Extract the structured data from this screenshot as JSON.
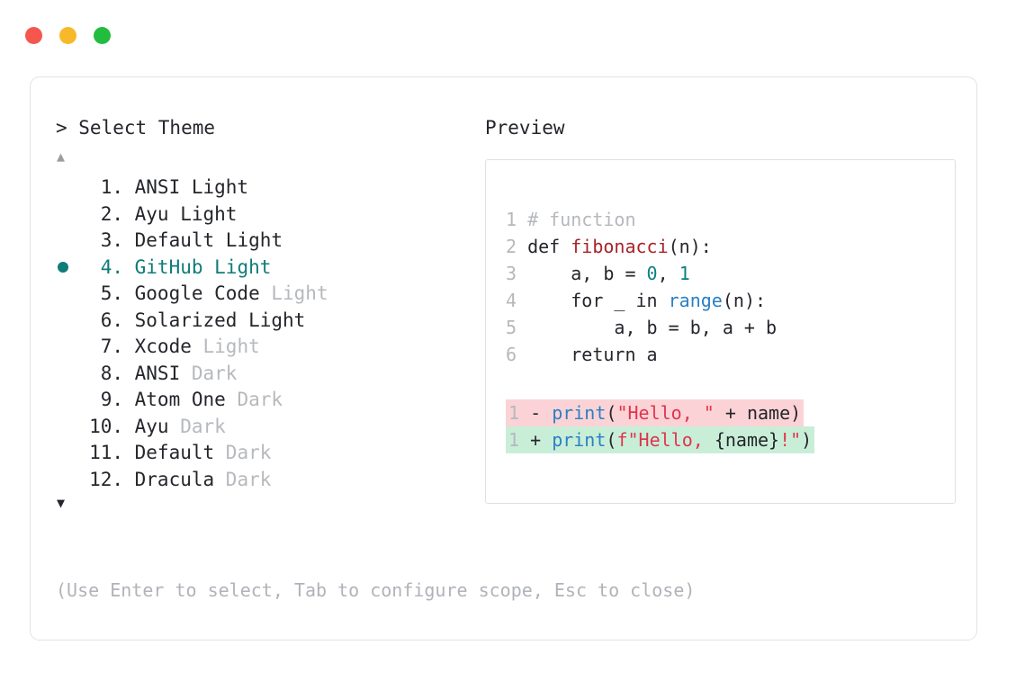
{
  "titlebar": {
    "dots": [
      {
        "name": "close-dot",
        "color": "#f5574f"
      },
      {
        "name": "minimize-dot",
        "color": "#f7b92a"
      },
      {
        "name": "maximize-dot",
        "color": "#22bd3f"
      }
    ]
  },
  "picker": {
    "prompt": "> Select Theme",
    "scroll_up": "▲",
    "scroll_down": "▼",
    "selected_index": 4,
    "selected_color": "#0e7c77",
    "items": [
      {
        "index": " 1.",
        "name": "ANSI",
        "suffix": "Light",
        "dim_suffix": false,
        "selected": false,
        "bullet": ""
      },
      {
        "index": " 2.",
        "name": "Ayu",
        "suffix": "Light",
        "dim_suffix": false,
        "selected": false,
        "bullet": ""
      },
      {
        "index": " 3.",
        "name": "Default",
        "suffix": "Light",
        "dim_suffix": false,
        "selected": false,
        "bullet": ""
      },
      {
        "index": " 4.",
        "name": "GitHub",
        "suffix": "Light",
        "dim_suffix": false,
        "selected": true,
        "bullet": "●"
      },
      {
        "index": " 5.",
        "name": "Google Code",
        "suffix": "Light",
        "dim_suffix": true,
        "selected": false,
        "bullet": ""
      },
      {
        "index": " 6.",
        "name": "Solarized",
        "suffix": "Light",
        "dim_suffix": false,
        "selected": false,
        "bullet": ""
      },
      {
        "index": " 7.",
        "name": "Xcode",
        "suffix": "Light",
        "dim_suffix": true,
        "selected": false,
        "bullet": ""
      },
      {
        "index": " 8.",
        "name": "ANSI",
        "suffix": "Dark",
        "dim_suffix": true,
        "selected": false,
        "bullet": ""
      },
      {
        "index": " 9.",
        "name": "Atom One",
        "suffix": "Dark",
        "dim_suffix": true,
        "selected": false,
        "bullet": ""
      },
      {
        "index": "10.",
        "name": "Ayu",
        "suffix": "Dark",
        "dim_suffix": true,
        "selected": false,
        "bullet": ""
      },
      {
        "index": "11.",
        "name": "Default",
        "suffix": "Dark",
        "dim_suffix": true,
        "selected": false,
        "bullet": ""
      },
      {
        "index": "12.",
        "name": "Dracula",
        "suffix": "Dark",
        "dim_suffix": true,
        "selected": false,
        "bullet": ""
      }
    ]
  },
  "preview": {
    "title": "Preview",
    "code_lines": [
      {
        "gutter": "1 ",
        "tokens": [
          {
            "t": "# function",
            "c": "comment"
          }
        ]
      },
      {
        "gutter": "2 ",
        "tokens": [
          {
            "t": "def ",
            "c": "plain"
          },
          {
            "t": "fibonacci",
            "c": "fn"
          },
          {
            "t": "(n):",
            "c": "plain"
          }
        ]
      },
      {
        "gutter": "3 ",
        "tokens": [
          {
            "t": "    a, b = ",
            "c": "plain"
          },
          {
            "t": "0",
            "c": "num"
          },
          {
            "t": ", ",
            "c": "plain"
          },
          {
            "t": "1",
            "c": "num"
          }
        ]
      },
      {
        "gutter": "4 ",
        "tokens": [
          {
            "t": "    for _ in ",
            "c": "plain"
          },
          {
            "t": "range",
            "c": "builtin"
          },
          {
            "t": "(n):",
            "c": "plain"
          }
        ]
      },
      {
        "gutter": "5 ",
        "tokens": [
          {
            "t": "        a, b = b, a + b",
            "c": "plain"
          }
        ]
      },
      {
        "gutter": "6 ",
        "tokens": [
          {
            "t": "    return a",
            "c": "plain"
          }
        ]
      }
    ],
    "diff_lines": [
      {
        "kind": "delete",
        "bg": "#fbd3d6",
        "gutter": "1 ",
        "marker": "- ",
        "tokens": [
          {
            "t": "print",
            "c": "builtin"
          },
          {
            "t": "(",
            "c": "plain"
          },
          {
            "t": "\"Hello, \"",
            "c": "str"
          },
          {
            "t": " + name)",
            "c": "plain"
          }
        ]
      },
      {
        "kind": "add",
        "bg": "#c9eed8",
        "gutter": "1 ",
        "marker": "+ ",
        "tokens": [
          {
            "t": "print",
            "c": "builtin"
          },
          {
            "t": "(",
            "c": "plain"
          },
          {
            "t": "f\"Hello, ",
            "c": "str"
          },
          {
            "t": "{name}",
            "c": "plain"
          },
          {
            "t": "!\"",
            "c": "str"
          },
          {
            "t": ")",
            "c": "plain"
          }
        ]
      }
    ]
  },
  "footer": {
    "hint": "(Use Enter to select, Tab to configure scope, Esc to close)"
  }
}
